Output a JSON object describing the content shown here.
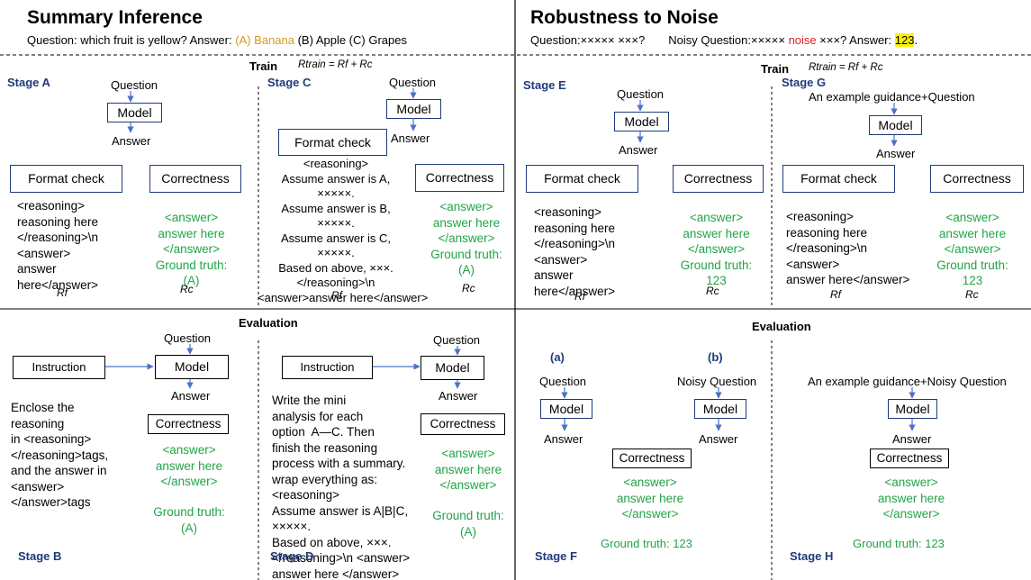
{
  "left": {
    "title": "Summary Inference",
    "question_prefix": "Question: which fruit is yellow? Answer: ",
    "option_a": "(A) Banana",
    "options_rest": " (B) Apple  (C) Grapes",
    "train_label": "Train",
    "rtrain": "Rtrain = Rf + Rc",
    "stage_a": "Stage A",
    "stage_c": "Stage C",
    "stage_b": "Stage B",
    "stage_d": "Stage D",
    "evaluation": "Evaluation",
    "a_question": "Question",
    "a_model": "Model",
    "a_answer": "Answer",
    "a_format": "Format check",
    "a_correct": "Correctness",
    "a_format_text": "<reasoning>\nreasoning here\n</reasoning>\\n\n<answer>\nanswer\nhere</answer>",
    "a_correct_text": "<answer>\nanswer here\n</answer>\nGround truth:\n(A)",
    "rf": "Rf",
    "rc": "Rc",
    "c_question": "Question",
    "c_model": "Model",
    "c_answer": "Answer",
    "c_format": "Format check",
    "c_correct": "Correctness",
    "c_format_text": "<reasoning>\nAssume answer is A,\n×××××.\nAssume answer is B,\n×××××.\nAssume answer is C,\n×××××.\nBased on above, ×××.\n</reasoning>\\n\n<answer>answer here</answer>",
    "c_correct_text": "<answer>\nanswer here\n</answer>\nGround truth:\n(A)",
    "b_instruction": "Instruction",
    "b_question": "Question",
    "b_model": "Model",
    "b_answer": "Answer",
    "b_correct": "Correctness",
    "b_text": "Enclose the\nreasoning\nin <reasoning>\n</reasoning>tags,\nand the answer in\n<answer>\n</answer>tags",
    "b_answer_text": "<answer>\nanswer here\n</answer>",
    "b_gt": "Ground truth:\n(A)",
    "d_instruction": "Instruction",
    "d_question": "Question",
    "d_model": "Model",
    "d_answer": "Answer",
    "d_correct": "Correctness",
    "d_text": "Write the mini\nanalysis for each\noption  A—C. Then\nfinish the reasoning\nprocess with a summary.\nwrap everything as:\n<reasoning>\nAssume answer is A|B|C,\n×××××.\nBased on above, ×××.\n</reasoning>\\n <answer>\nanswer here </answer>",
    "d_answer_text": "<answer>\nanswer here\n</answer>",
    "d_gt": "Ground truth:\n(A)"
  },
  "right": {
    "title": "Robustness to Noise",
    "question_text": "Question:××××× ×××?",
    "noisy_prefix": "Noisy Question:××××× ",
    "noise_word": "noise",
    "noisy_mid": "  ×××? Answer: ",
    "answer_hl": "123",
    "answer_end": ".",
    "train_label": "Train",
    "rtrain": "Rtrain = Rf + Rc",
    "stage_e": "Stage E",
    "stage_g": "Stage G",
    "stage_f": "Stage F",
    "stage_h": "Stage H",
    "evaluation": "Evaluation",
    "e_question": "Question",
    "e_model": "Model",
    "e_answer": "Answer",
    "e_format": "Format check",
    "e_correct": "Correctness",
    "e_format_text": "<reasoning>\nreasoning here\n</reasoning>\\n\n<answer>\nanswer\nhere</answer>",
    "e_correct_text": "<answer>\nanswer here\n</answer>\nGround truth:\n123",
    "g_guidance": "An example guidance+Question",
    "g_model": "Model",
    "g_answer": "Answer",
    "g_format": "Format check",
    "g_correct": "Correctness",
    "g_format_text": "<reasoning>\nreasoning here\n</reasoning>\\n\n<answer>\nanswer here</answer>",
    "g_correct_text": "<answer>\nanswer here\n</answer>\nGround truth:\n123",
    "rf": "Rf",
    "rc": "Rc",
    "f_a_label": "(a)",
    "f_b_label": "(b)",
    "f_question": "Question",
    "f_noisy_question": "Noisy Question",
    "f_model": "Model",
    "f_answer": "Answer",
    "f_correct": "Correctness",
    "f_answer_text": "<answer>\nanswer here\n</answer>",
    "f_gt": "Ground truth: 123",
    "h_guidance": "An example guidance+Noisy Question",
    "h_model": "Model",
    "h_answer": "Answer",
    "h_correct": "Correctness",
    "h_answer_text": "<answer>\nanswer here\n</answer>",
    "h_gt": "Ground truth: 123"
  },
  "colors": {
    "arrow": "#4a73c6",
    "green": "#22a447",
    "stage": "#1f3a7a",
    "highlight": "#fff200",
    "noise": "#e02020",
    "banana": "#d79a1d"
  }
}
